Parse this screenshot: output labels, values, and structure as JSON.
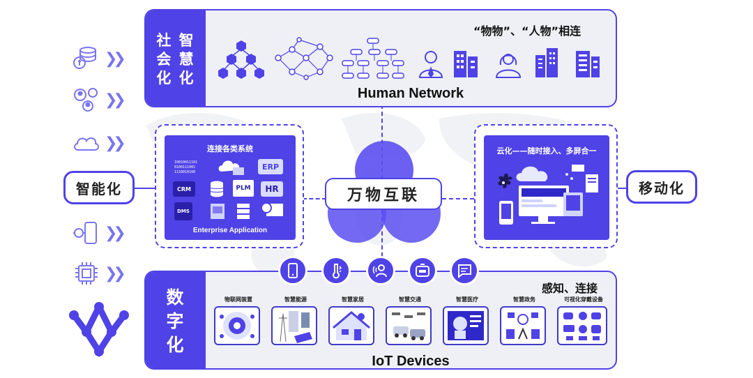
{
  "top": {
    "side_label": "社智\n会慧\n化化",
    "side_lines": [
      "社 智",
      "会 慧",
      "化 化"
    ],
    "connect_text": "“物物”、“人物”相连",
    "network_label": "Human Network"
  },
  "middle": {
    "left_pill": "智能化",
    "right_pill": "移动化",
    "center_pill": "万物互联",
    "enterprise": {
      "title": "连接各类系统",
      "caption": "Enterprise Application",
      "tiles": [
        "ERP",
        "CRM",
        "PLM",
        "HR",
        "DMS"
      ]
    },
    "cloud": {
      "title": "云化——随时接入、多屏合一"
    }
  },
  "bottom": {
    "side_lines": [
      "数",
      "字",
      "化"
    ],
    "sense_text": "感知、连接",
    "network_label": "IoT Devices",
    "devices": [
      "物联网装置",
      "智慧能源",
      "智慧家居",
      "智慧交通",
      "智慧医疗",
      "智慧政务",
      "可视化穿戴设备"
    ]
  },
  "colors": {
    "brand": "#4f42e6",
    "light_brand": "#7a74f0",
    "band_bg": "#eef0f6"
  },
  "icons": {
    "left_column": [
      "coin-stack-icon",
      "people-network-icon",
      "cloud-icon",
      "smartwatch-icon",
      "chip-icon"
    ],
    "connectors": [
      "smartphone-icon",
      "thermometer-icon",
      "signal-person-icon",
      "router-icon",
      "chat-icon"
    ]
  }
}
